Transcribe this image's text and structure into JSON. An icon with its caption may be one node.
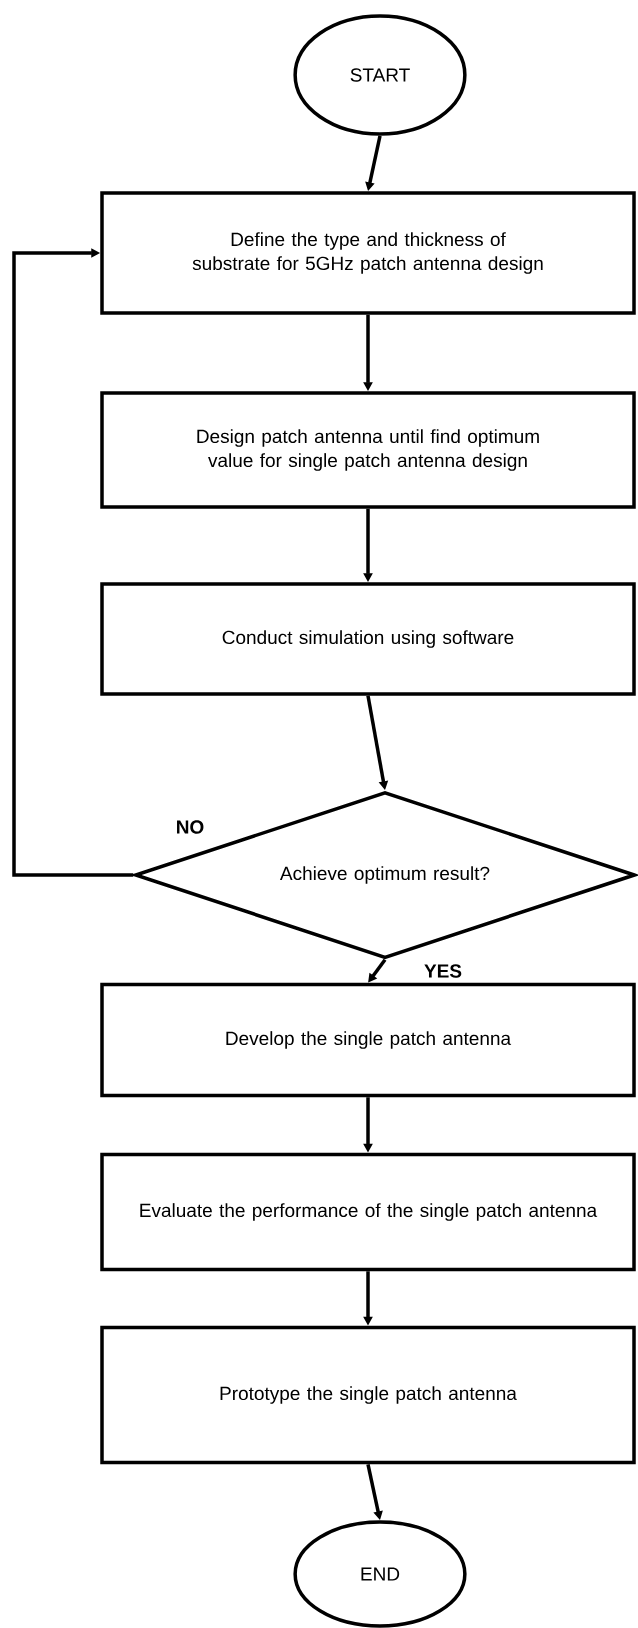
{
  "diagram": {
    "nodes": [
      {
        "text": [
          "START"
        ]
      },
      {
        "text": [
          "Define the type and thickness of substrate for 5GHz patch antenna design"
        ]
      },
      {
        "text": [
          "Design patch antenna until find optimum value for single patch antenna design"
        ]
      },
      {
        "text": [
          "Conduct simulation using software"
        ]
      },
      {
        "text": [
          "Achieve optimum result?"
        ]
      },
      {
        "text": [
          "Develop the single patch antenna"
        ]
      },
      {
        "text": [
          "Evaluate the performance of the single patch antenna"
        ]
      },
      {
        "text": [
          "Prototype the single patch antenna"
        ]
      },
      {
        "text": [
          "END"
        ]
      }
    ],
    "edges": [
      {
        "from": 0,
        "to": 1,
        "arrow": "to"
      },
      {
        "from": 1,
        "to": 2,
        "arrow": "to"
      },
      {
        "from": 2,
        "to": 3,
        "arrow": "to"
      },
      {
        "from": 3,
        "to": 4,
        "arrow": "to"
      },
      {
        "from": 4,
        "to": 1,
        "arrow": "to",
        "label": "NO"
      },
      {
        "from": 4,
        "to": 5,
        "arrow": "to",
        "label": "YES"
      },
      {
        "from": 5,
        "to": 6,
        "arrow": "to"
      },
      {
        "from": 6,
        "to": 7,
        "arrow": "to"
      },
      {
        "from": 7,
        "to": 8,
        "arrow": "to"
      }
    ]
  }
}
